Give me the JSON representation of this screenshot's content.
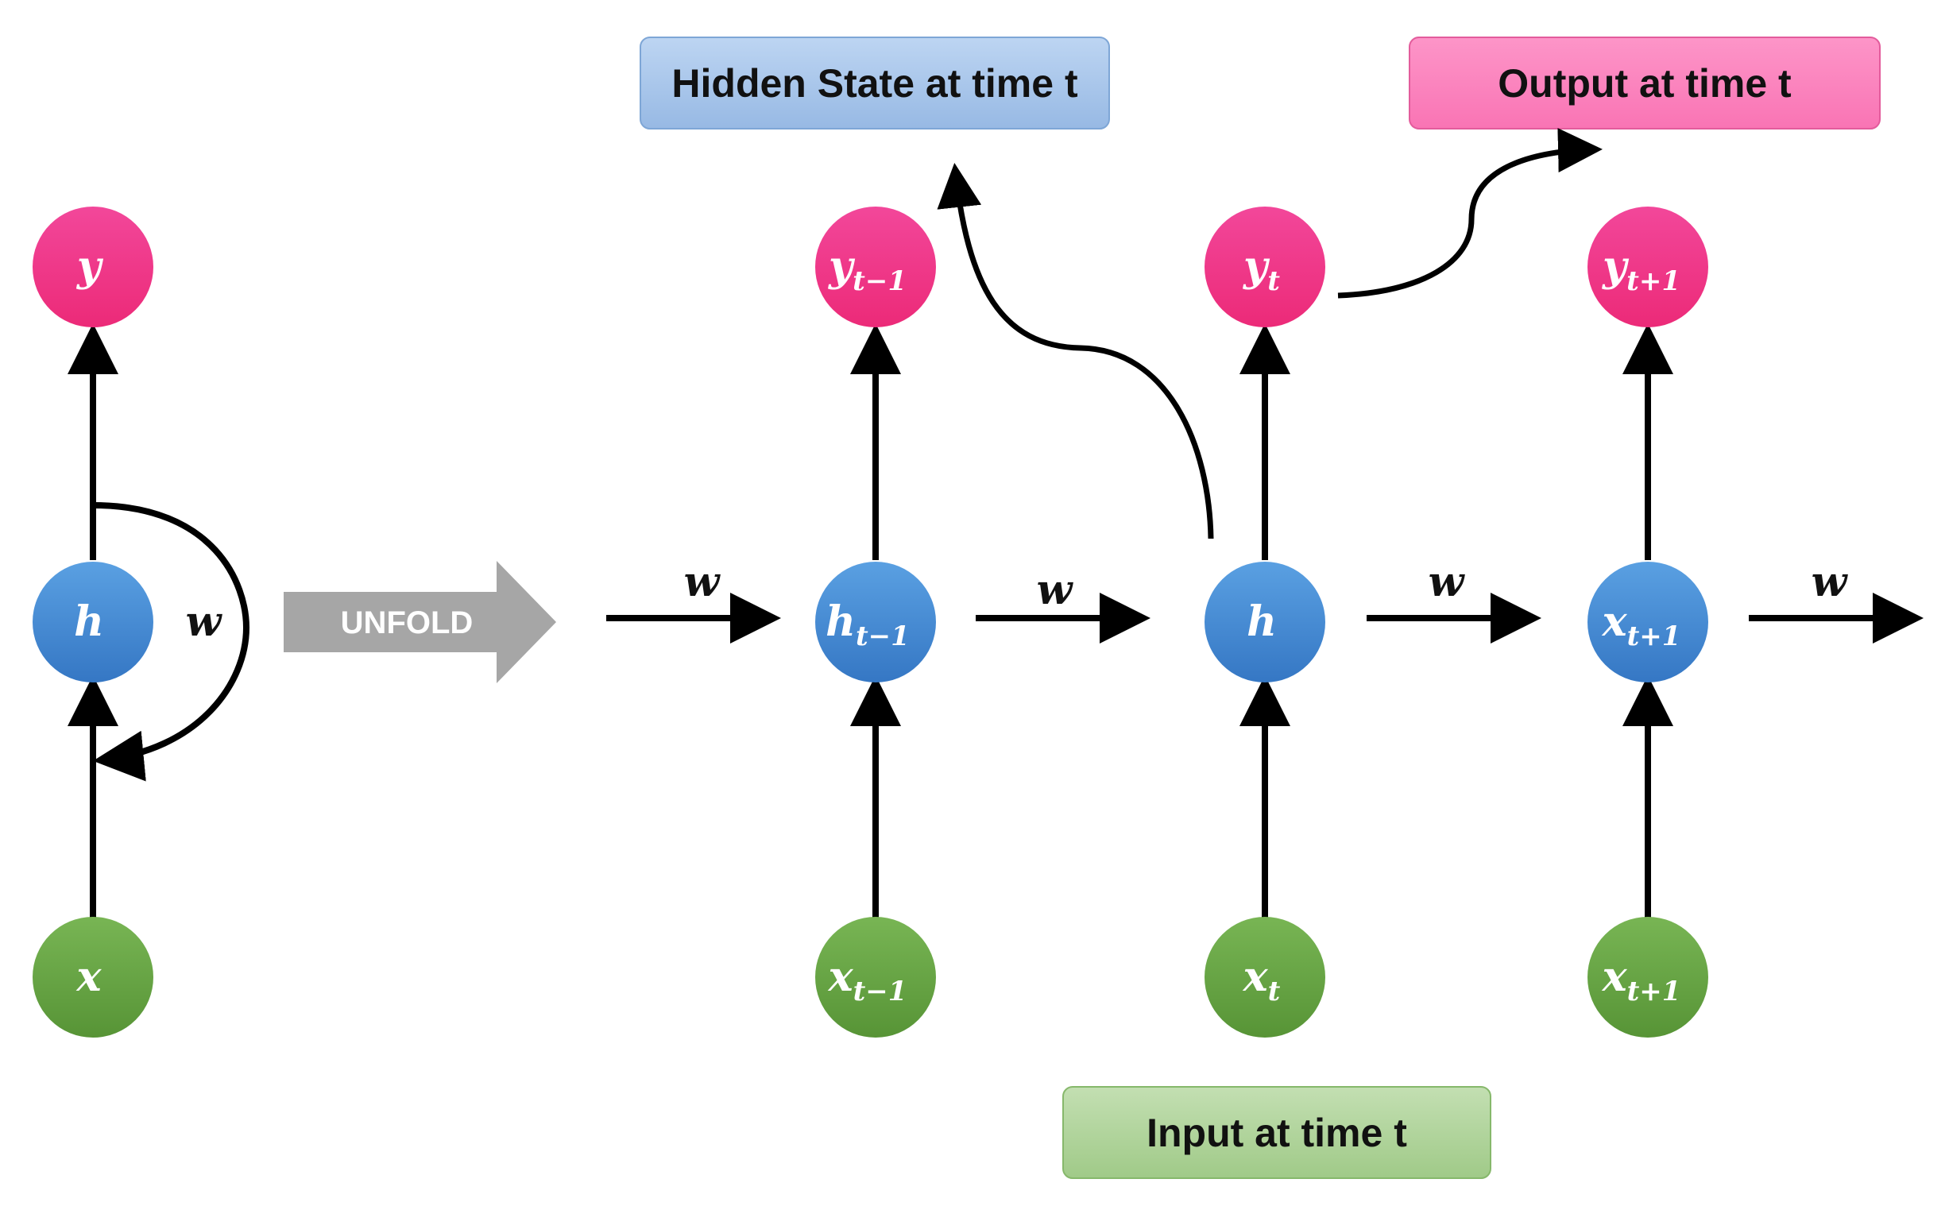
{
  "labels": {
    "hidden_state": "Hidden State at time t",
    "output": "Output at time t",
    "input": "Input at time t",
    "unfold": "UNFOLD"
  },
  "weight_label": "w",
  "folded": {
    "output": "y",
    "hidden": "h",
    "input": "x"
  },
  "unrolled": [
    {
      "output": {
        "base": "y",
        "sub": "t−1"
      },
      "hidden": {
        "base": "h",
        "sub": "t−1"
      },
      "input": {
        "base": "x",
        "sub": "t−1"
      }
    },
    {
      "output": {
        "base": "y",
        "sub": "t"
      },
      "hidden": {
        "base": "h",
        "sub": ""
      },
      "input": {
        "base": "x",
        "sub": "t"
      }
    },
    {
      "output": {
        "base": "y",
        "sub": "t+1"
      },
      "hidden": {
        "base": "x",
        "sub": "t+1"
      },
      "input": {
        "base": "x",
        "sub": "t+1"
      }
    }
  ],
  "colors": {
    "output_node": "#f0307f",
    "hidden_node": "#3d85d0",
    "input_node": "#5fa042",
    "hidden_box": "#a9c6eb",
    "output_box": "#fb83be",
    "input_box": "#afd39a",
    "unfold_arrow": "#a6a6a6"
  }
}
